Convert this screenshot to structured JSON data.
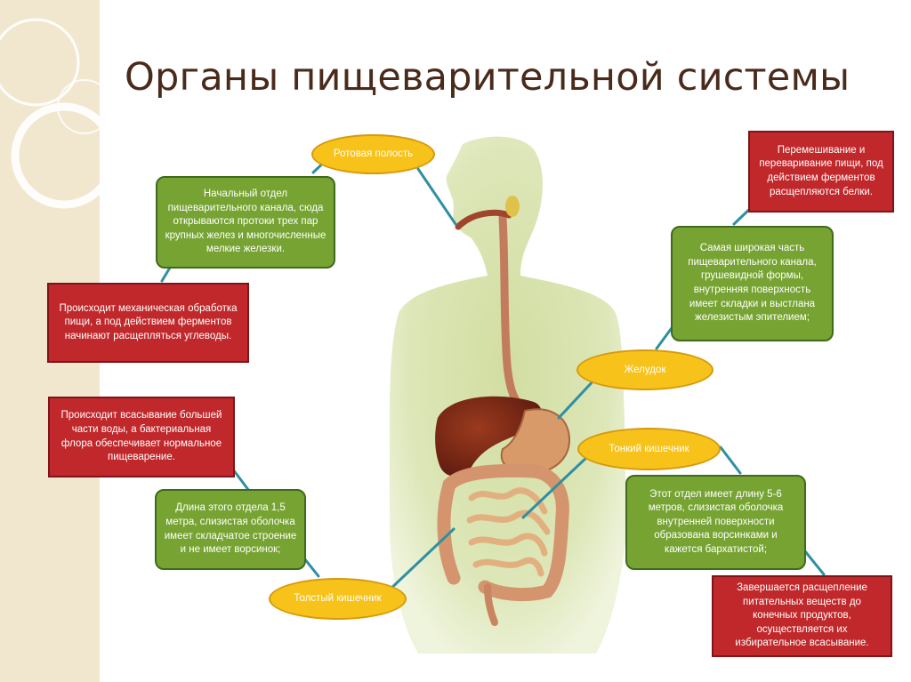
{
  "title": "Органы пищеварительной системы",
  "colors": {
    "oval": "#f7c21a",
    "green_box": "#76a332",
    "red_box": "#c0282b",
    "connector": "#2f8fa3",
    "title": "#4a2a1a"
  },
  "organs": {
    "mouth": "Ротовая полость",
    "stomach": "Желудок",
    "small_intestine": "Тонкий кишечник",
    "large_intestine": "Толстый кишечник"
  },
  "boxes": {
    "mouth_desc": "Начальный отдел пищеварительного канала, сюда открываются протоки трех пар крупных желез и многочисленные мелкие железки.",
    "mouth_function": "Происходит механическая обработка пищи, а под действием ферментов начинают расщепляться углеводы.",
    "stomach_function": "Перемешивание и переваривание пищи, под действием ферментов расщепляются белки.",
    "stomach_desc": "Самая широкая часть пищеварительного канала, грушевидной формы, внутренняя поверхность имеет складки и выстлана железистым эпителием;",
    "large_function": "Происходит всасывание большей части воды, а бактериальная флора обеспечивает нормальное пищеварение.",
    "large_desc": "Длина этого отдела 1,5 метра, слизистая оболочка имеет складчатое строение и не имеет ворсинок;",
    "small_desc": "Этот отдел имеет длину 5-6 метров, слизистая оболочка внутренней поверхности образована ворсинками и кажется бархатистой;",
    "small_function": "Завершается расщепление питательных веществ до конечных продуктов, осуществляется их избирательное всасывание."
  }
}
